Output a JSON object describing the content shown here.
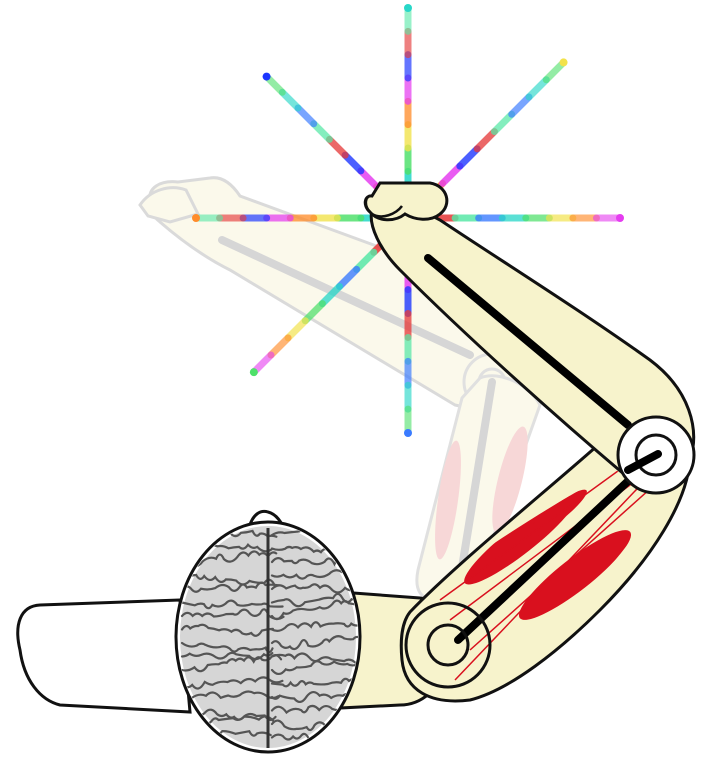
{
  "figure": {
    "kind": "illustration",
    "subject": "reaching-arm-with-brain",
    "reach_directions": 8,
    "colors": {
      "arm_fill": "#f7f3cc",
      "arm_outline": "#111111",
      "ghost_arm_fill": "#f8f5dc",
      "ghost_arm_outline": "#bdbdbd",
      "bone": "#000000",
      "ghost_bone": "#b5b5b5",
      "muscle": "#d9101e",
      "ghost_muscle": "#f2b8b8",
      "brain_fill": "#d6d6d6",
      "brain_gyri": "#555555"
    },
    "ray_palette": [
      "#3a7bff",
      "#28d7c8",
      "#4ee06a",
      "#f2e24a",
      "#ff8c2a",
      "#e53cf0",
      "#1b35ff",
      "#e63a3a",
      "#55e8a6"
    ]
  }
}
